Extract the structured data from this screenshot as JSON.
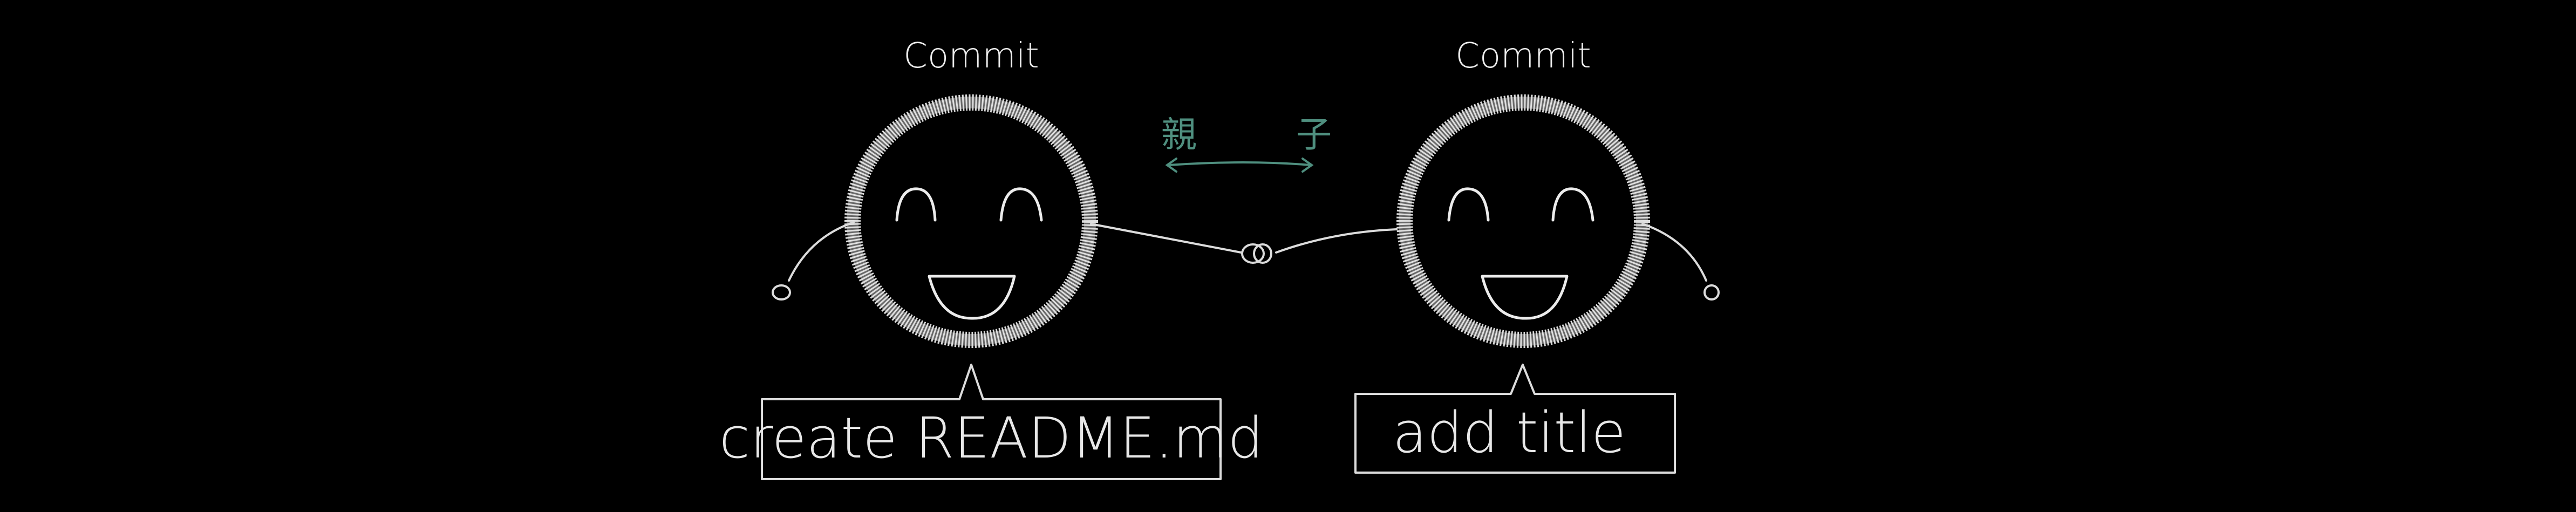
{
  "diagram": {
    "left_commit": {
      "title": "Commit",
      "message": "create README.md"
    },
    "right_commit": {
      "title": "Commit",
      "message": "add title"
    },
    "relation": {
      "parent_label": "親",
      "child_label": "子"
    },
    "colors": {
      "background": "#000000",
      "chalk": "#ececec",
      "relation": "#4f8f7f"
    }
  }
}
